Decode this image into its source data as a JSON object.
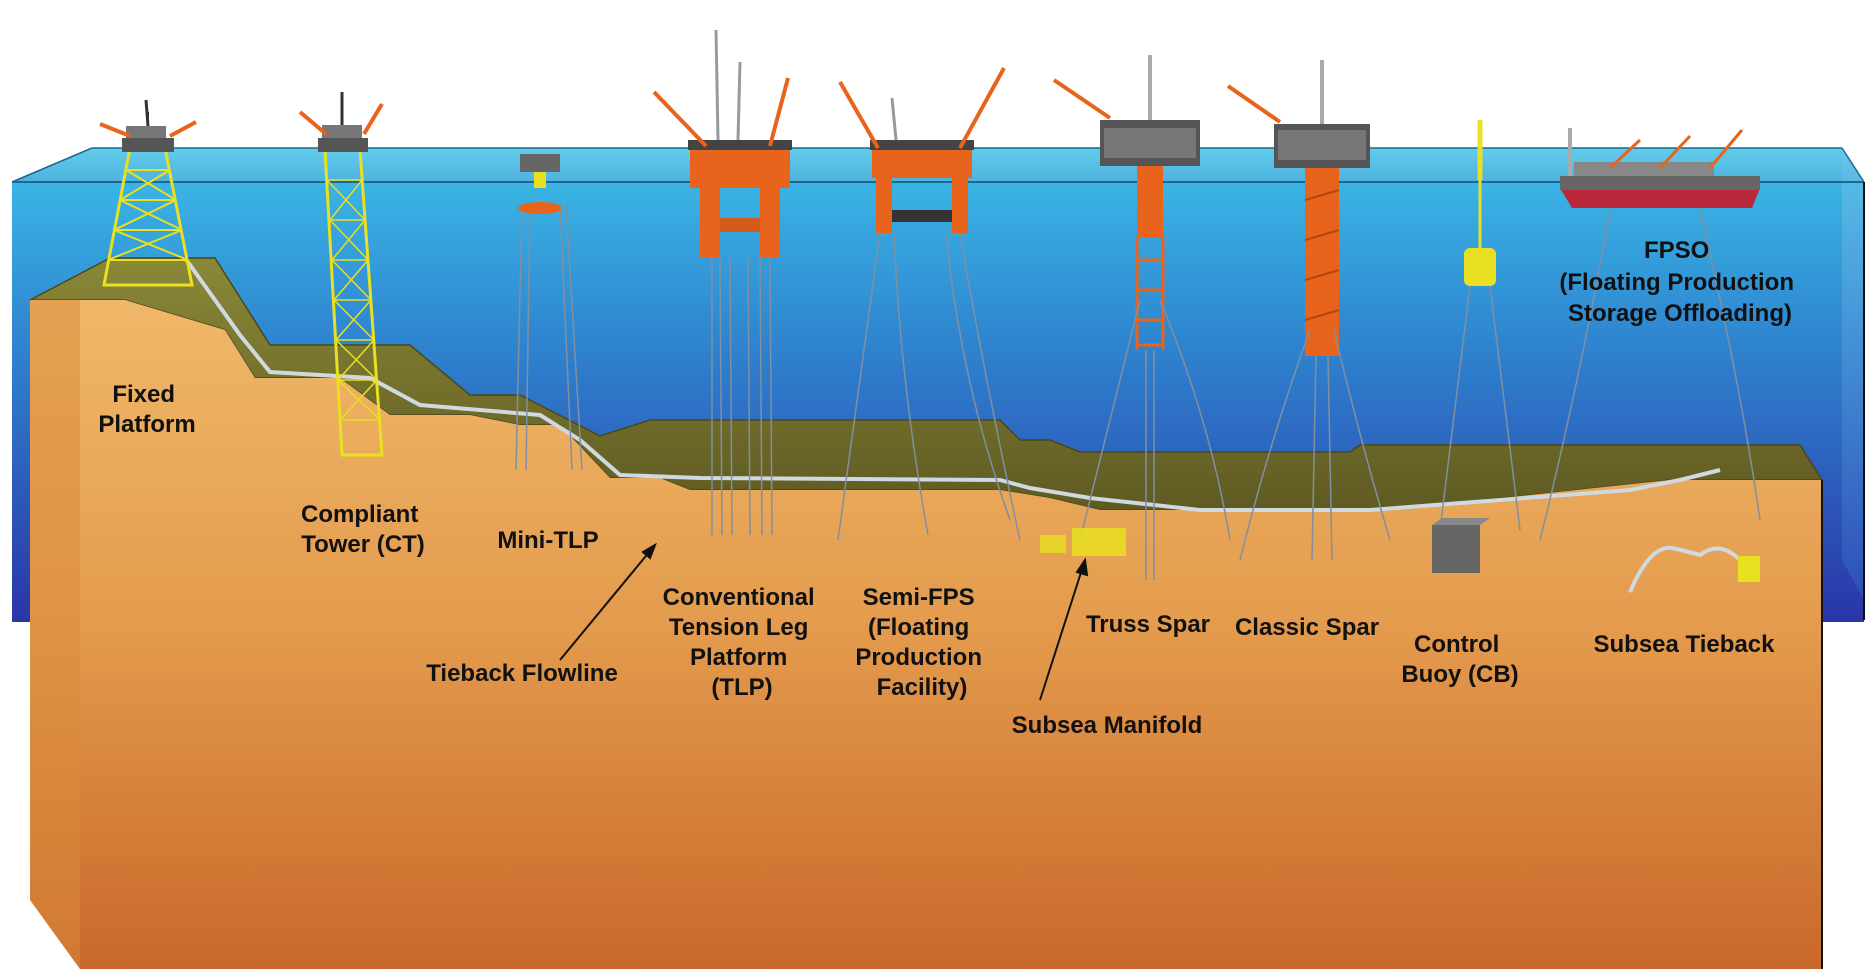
{
  "colors": {
    "water_top": "#3aa6dc",
    "water_deep": "#2b3fb0",
    "seabed": "#6e6a2c",
    "earth_light": "#f2c07a",
    "earth_dark": "#c2621e",
    "platform_orange": "#e8641c",
    "jacket_yellow": "#e8e020",
    "label_text": "#111111"
  },
  "labels": {
    "fixed_platform": [
      "Fixed",
      "Platform"
    ],
    "compliant_tower": [
      "Compliant",
      "Tower (CT)"
    ],
    "mini_tlp": [
      "Mini-TLP"
    ],
    "tieback_flowline": [
      "Tieback Flowline"
    ],
    "conventional_tlp": [
      "Conventional",
      "Tension Leg",
      "Platform",
      "(TLP)"
    ],
    "semi_fps": [
      "Semi-FPS",
      "(Floating",
      "Production",
      "Facility)"
    ],
    "subsea_manifold": [
      "Subsea Manifold"
    ],
    "truss_spar": [
      "Truss Spar"
    ],
    "classic_spar": [
      "Classic Spar"
    ],
    "control_buoy": [
      "Control",
      "Buoy (CB)"
    ],
    "subsea_tieback": [
      "Subsea Tieback"
    ],
    "fpso": [
      "FPSO",
      "(Floating Production",
      "Storage Offloading)"
    ]
  }
}
